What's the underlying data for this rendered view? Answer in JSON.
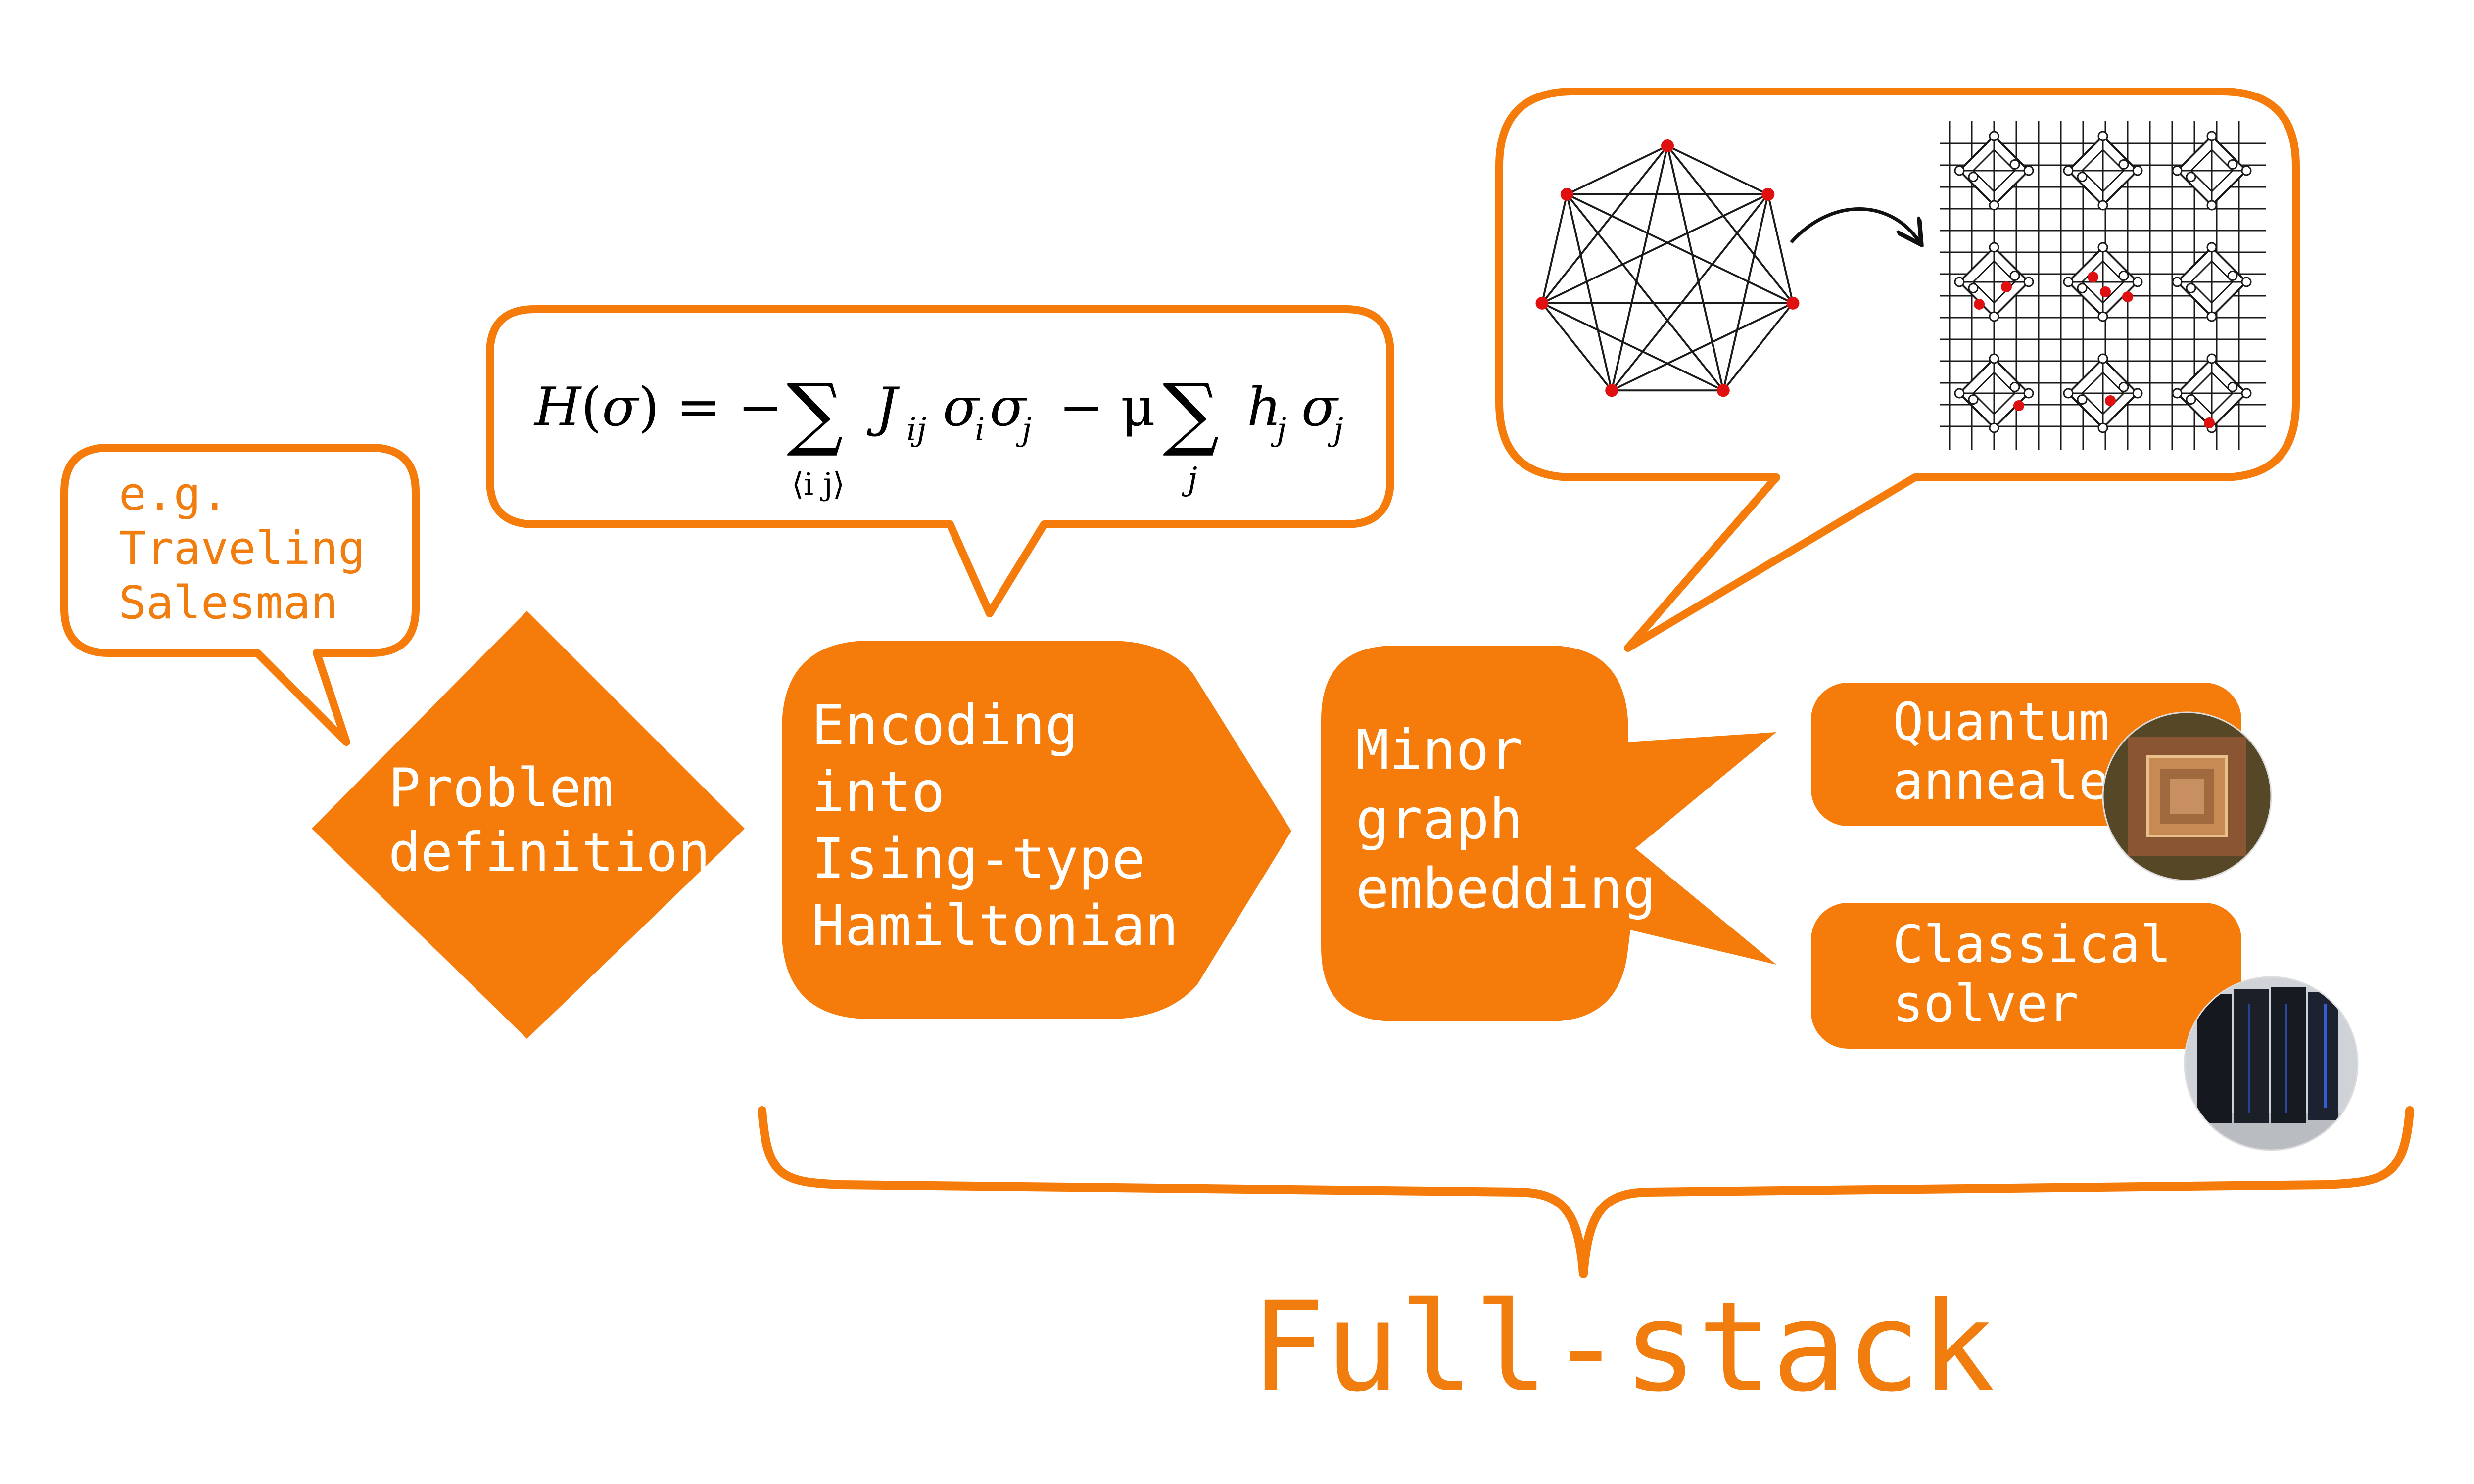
{
  "colors": {
    "accent": "#f57c0a",
    "accent_text": "#f07d0d",
    "graph_node": "#e01010",
    "graph_edge": "#1a1a1a"
  },
  "callouts": {
    "example_lines": [
      "e.g.",
      "Traveling",
      "Salesman"
    ],
    "hamiltonian": {
      "lhs": "H(σ) = −",
      "sum1_sub": "⟨i j⟩",
      "term1": "J",
      "term1_sub": "ij",
      "term1_rest": "σ",
      "term1_rest_sub": "i",
      "term1_rest2": "σ",
      "term1_rest2_sub": "j",
      "minus_mu": "− μ",
      "sum2_sub": "j",
      "term2": "h",
      "term2_sub": "j",
      "term2_rest": "σ",
      "term2_rest_sub": "j"
    }
  },
  "steps": {
    "problem_lines": [
      "Problem",
      "definition"
    ],
    "encoding_lines": [
      "Encoding",
      "into",
      "Ising-type",
      "Hamiltonian"
    ],
    "embedding_lines": [
      "Minor",
      "graph",
      "embedding"
    ]
  },
  "solvers": {
    "quantum_lines": [
      "Quantum",
      "annealer"
    ],
    "classical_lines": [
      "Classical",
      "solver"
    ],
    "quantum_photo_icon": "quantum-chip-photo",
    "classical_photo_icon": "supercomputer-photo"
  },
  "footer": {
    "label": "Full-stack"
  }
}
